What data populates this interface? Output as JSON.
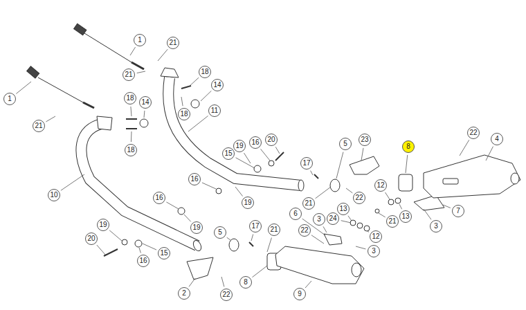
{
  "diagram": {
    "labels": [
      "1",
      "21",
      "1",
      "21",
      "18",
      "14",
      "18",
      "14",
      "18",
      "11",
      "21",
      "18",
      "19",
      "16",
      "20",
      "15",
      "5",
      "23",
      "8",
      "22",
      "4",
      "17",
      "16",
      "19",
      "10",
      "16",
      "19",
      "21",
      "22",
      "12",
      "13",
      "13",
      "21",
      "7",
      "3",
      "6",
      "3",
      "24",
      "12",
      "19",
      "20",
      "16",
      "15",
      "17",
      "21",
      "5",
      "22",
      "3",
      "8",
      "2",
      "22",
      "9"
    ]
  }
}
